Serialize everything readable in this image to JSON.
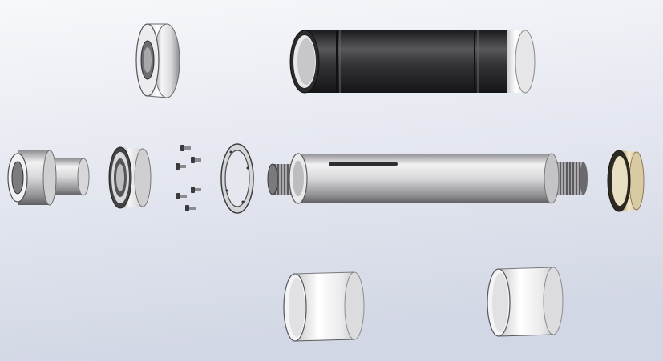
{
  "colors": {
    "background_top": "#f6f7fa",
    "background_bottom": "#d3d8e6",
    "metal_light": "#f4f4f4",
    "metal_mid": "#b9b9bb",
    "metal_dark": "#6f6f72",
    "sleeve_dark": "#2a2a2c",
    "bronze_light": "#efe3c0",
    "bronze_dark": "#a8976a",
    "groove": "#2e2e33"
  },
  "parts": [
    {
      "id": "top-bearing-ring",
      "icon": "ring-icon"
    },
    {
      "id": "dark-sleeve-tube",
      "icon": "tube-icon"
    },
    {
      "id": "stepped-bushing",
      "icon": "bushing-icon"
    },
    {
      "id": "ball-bearing",
      "icon": "bearing-icon"
    },
    {
      "id": "screw-set",
      "icon": "screw-icon"
    },
    {
      "id": "flange-gasket",
      "icon": "gasket-icon"
    },
    {
      "id": "main-shaft",
      "icon": "shaft-icon"
    },
    {
      "id": "bronze-bushing",
      "icon": "bushing-icon"
    },
    {
      "id": "spacer-sleeve-left",
      "icon": "sleeve-icon"
    },
    {
      "id": "spacer-sleeve-right",
      "icon": "sleeve-icon"
    }
  ]
}
